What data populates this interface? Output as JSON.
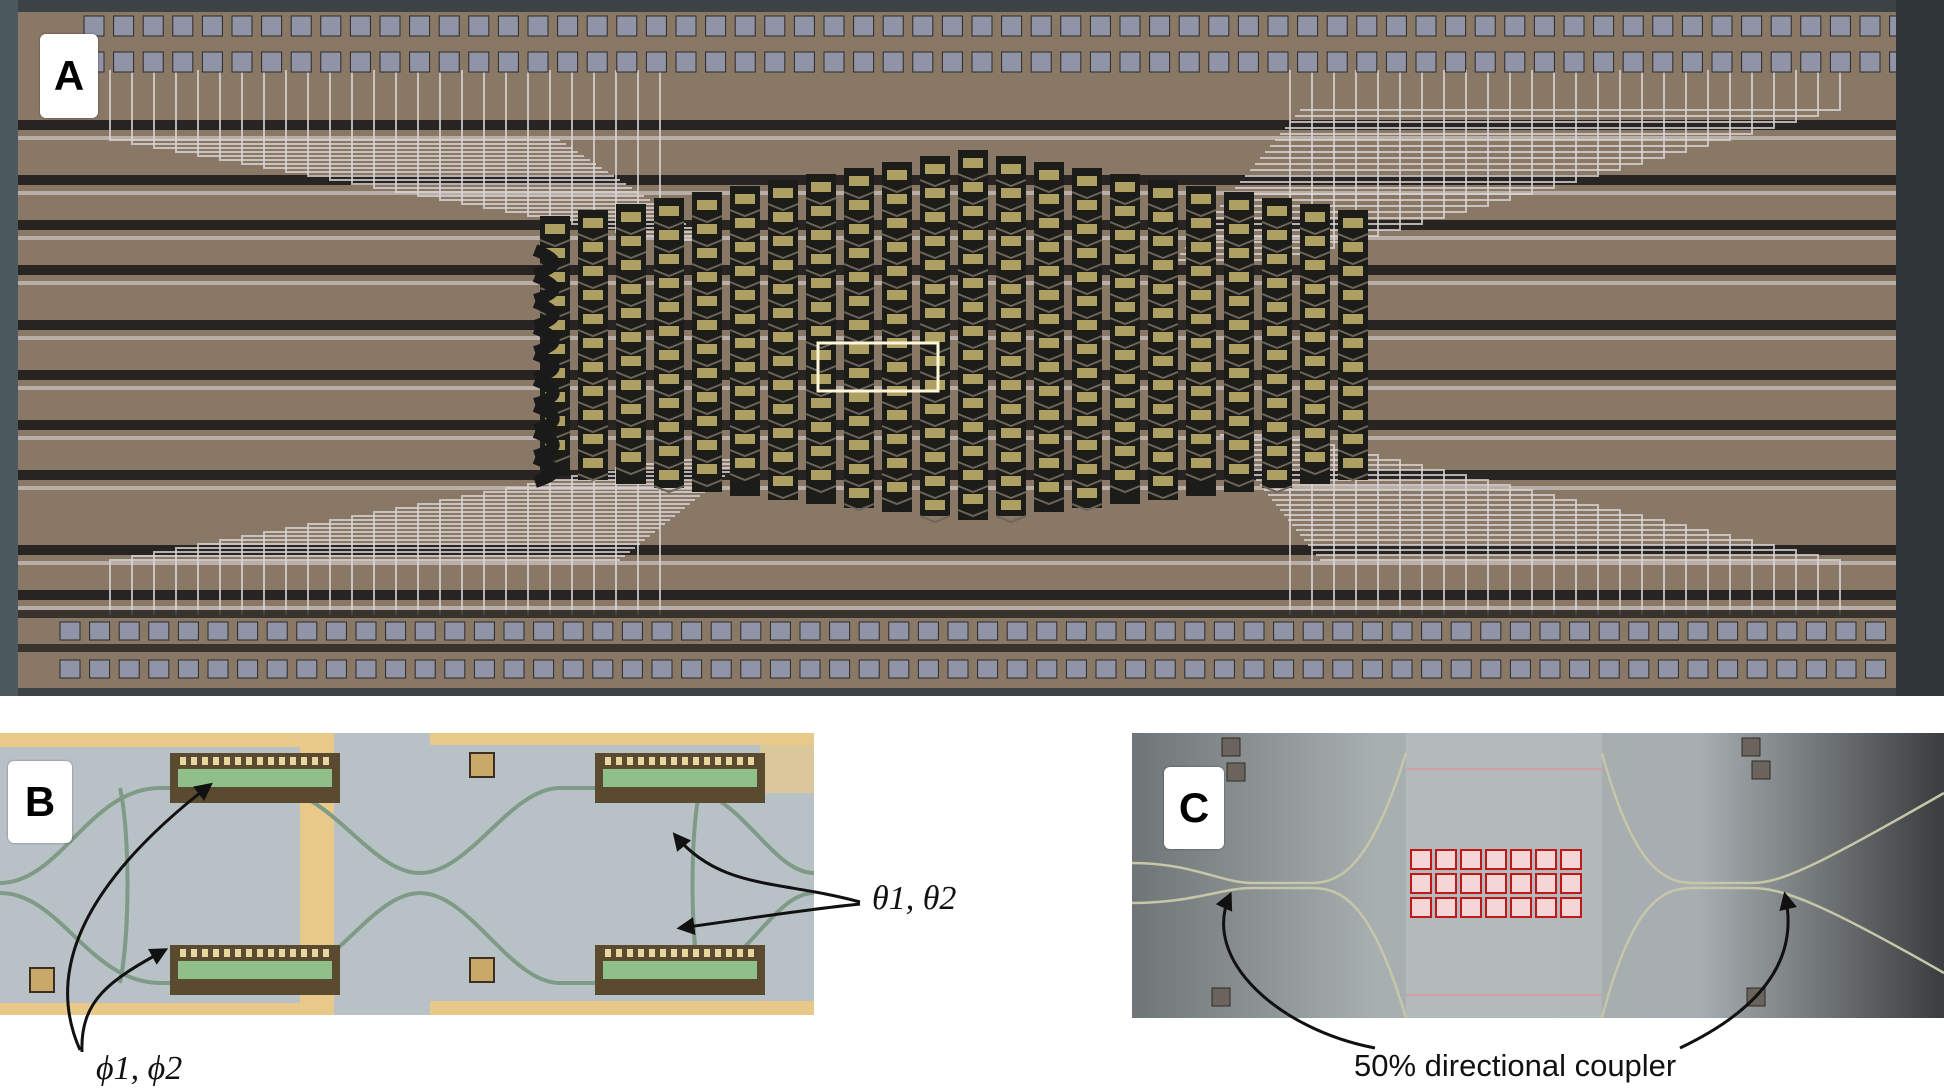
{
  "panels": {
    "a": {
      "label": "A"
    },
    "b": {
      "label": "B",
      "phi_label": "ϕ1, ϕ2",
      "theta_label": "θ1, θ2"
    },
    "c": {
      "label": "C",
      "coupler_label": "50% directional coupler"
    }
  },
  "colors": {
    "chip_base": "#8a7866",
    "dark_trace": "#151515",
    "metal_line": "#d9d4d4",
    "pad": "#9094a6",
    "gold": "#c8b670",
    "highlight_box": "#fff8d8",
    "panel_b_bg": "#b8c2c6",
    "panel_b_metal": "#e8c98a",
    "panel_b_heater": "#8fc08a",
    "panel_c_bg": "#8f9699",
    "panel_c_pad": "#f4d6d6",
    "panel_c_pad_edge": "#c01818"
  }
}
